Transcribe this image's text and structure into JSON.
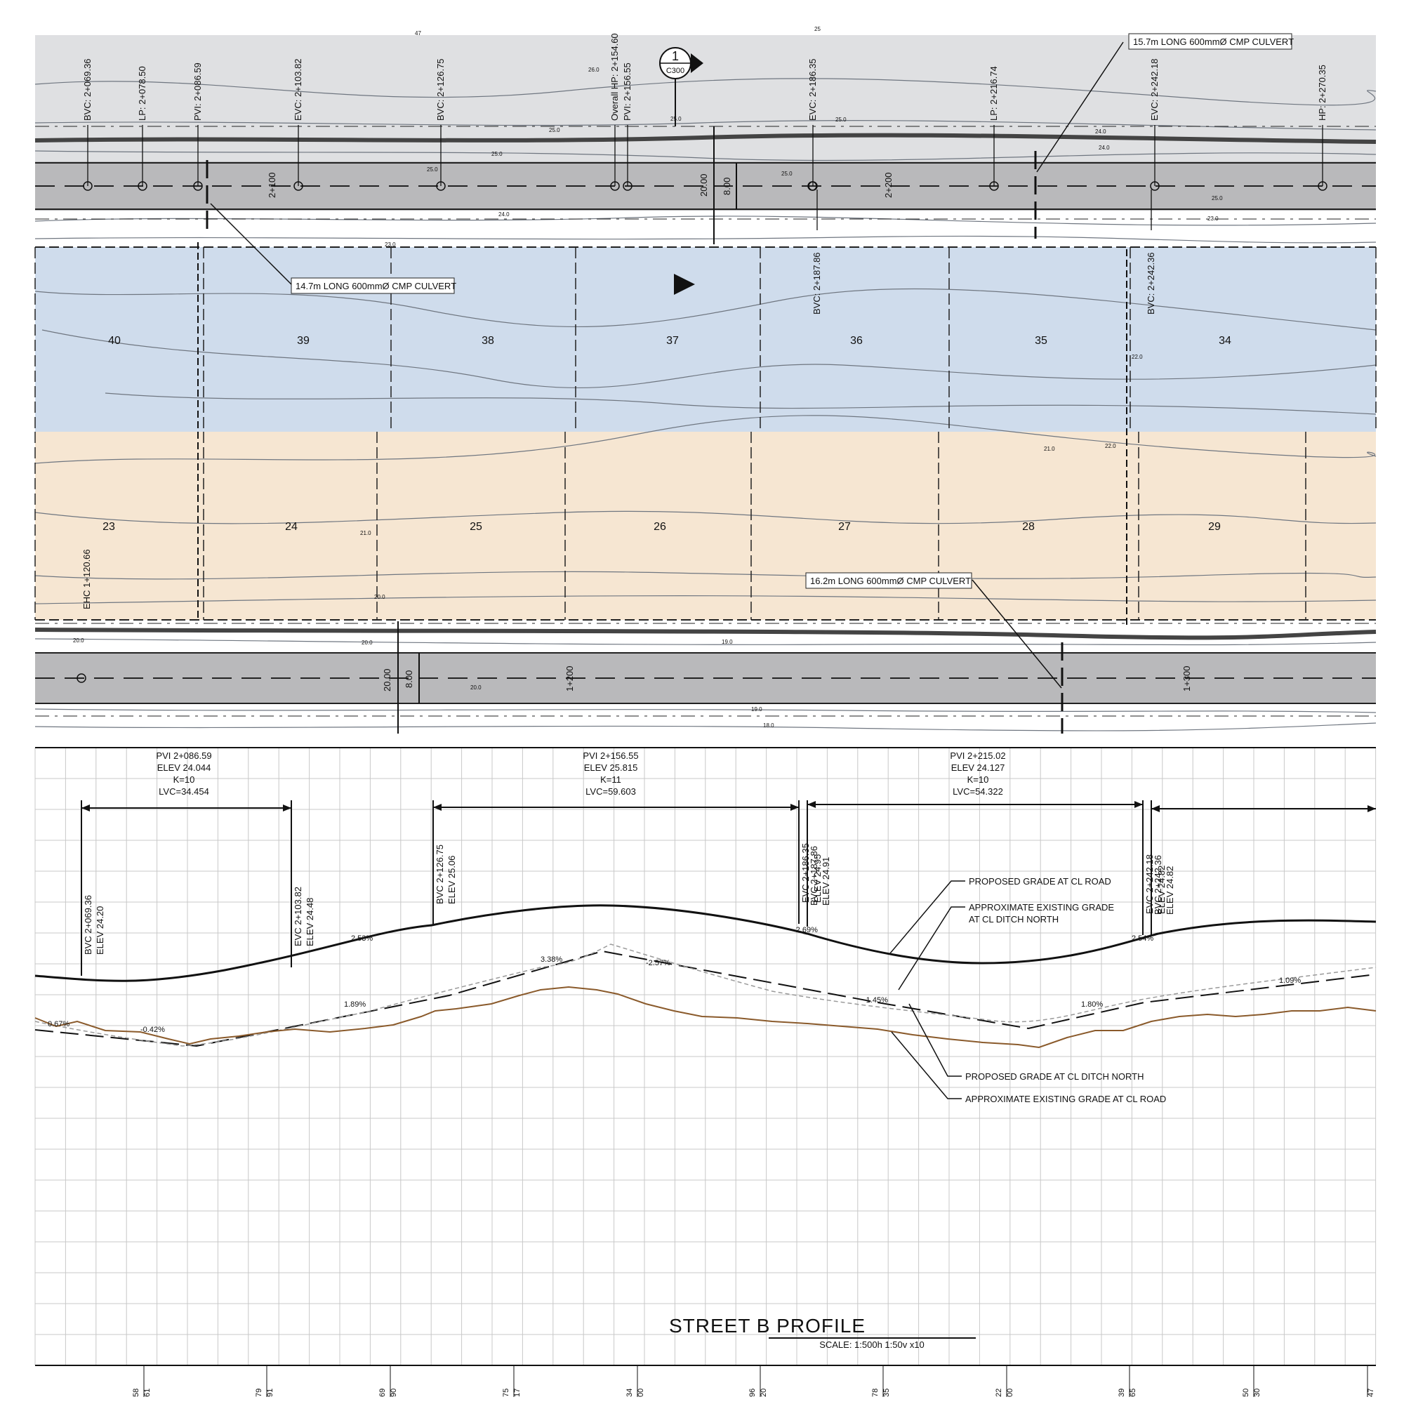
{
  "plan": {
    "section_marker": {
      "number": "1",
      "sheet": "C300"
    },
    "callouts": {
      "culvert_a": "15.7m LONG 600mmØ CMP CULVERT",
      "culvert_b": "14.7m LONG 600mmØ CMP CULVERT",
      "culvert_c": "16.2m LONG 600mmØ CMP CULVERT"
    },
    "top_road_labels": [
      "BVC: 2+069.36",
      "LP: 2+078.50",
      "PVI: 2+086.59",
      "EVC: 2+103.82",
      "BVC: 2+126.75",
      "Overall HP: 2+154.60",
      "PVI: 2+156.55",
      "EVC: 2+186.35",
      "LP: 2+216.74",
      "EVC: 2+242.18",
      "HP: 2+270.35"
    ],
    "mid_labels": [
      "BVC: 2+187.86",
      "BVC: 2+242.36"
    ],
    "bottom_label": "EHC 1+120.66",
    "stations_top": [
      "2+100",
      "2+200"
    ],
    "stations_bottom": [
      "1+200",
      "1+300"
    ],
    "dims": {
      "row_width": "20.00",
      "road_width": "8.00"
    },
    "lots_blue": [
      "40",
      "39",
      "38",
      "37",
      "36",
      "35",
      "34"
    ],
    "lots_tan": [
      "23",
      "24",
      "25",
      "26",
      "27",
      "28",
      "29"
    ],
    "contours": [
      "26.0",
      "25.0",
      "25.0",
      "25.0",
      "24.0",
      "24.0",
      "24.0",
      "23.0",
      "23.0",
      "22.0",
      "22.0",
      "21.0",
      "21.0",
      "20.0",
      "20.0",
      "20.0",
      "20.0",
      "19.0",
      "19.0",
      "18.0",
      "25.0",
      "25.0",
      "25.0",
      "25.0",
      "47",
      "25"
    ],
    "colors": {
      "lot_blue": "#cfdcec",
      "lot_tan": "#f6e6d2",
      "road": "#b9b9bb",
      "offsite": "#dfe0e2"
    }
  },
  "profile": {
    "title": "STREET B PROFILE",
    "scale": "SCALE: 1:500h 1:50v x10",
    "pvi_blocks": [
      {
        "lines": [
          "PVI 2+086.59",
          "ELEV 24.044",
          "K=10",
          "LVC=34.454"
        ]
      },
      {
        "lines": [
          "PVI 2+156.55",
          "ELEV 25.815",
          "K=11",
          "LVC=59.603"
        ]
      },
      {
        "lines": [
          "PVI 2+215.02",
          "ELEV 24.127",
          "K=10",
          "LVC=54.322"
        ]
      }
    ],
    "vc_labels": [
      {
        "l1": "BVC 2+069.36",
        "l2": "ELEV 24.20"
      },
      {
        "l1": "EVC 2+103.82",
        "l2": "ELEV 24.48"
      },
      {
        "l1": "BVC 2+126.75",
        "l2": "ELEV 25.06"
      },
      {
        "l1": "EVC 2+186.35",
        "l2": "ELEV 24.95"
      },
      {
        "l1": "BVC 2+187.86",
        "l2": "ELEV 24.91"
      },
      {
        "l1": "EVC 2+242.18",
        "l2": "ELEV 24.82"
      },
      {
        "l1": "BVC 2+242.36",
        "l2": "ELEV 24.82"
      }
    ],
    "grades": [
      "2.53%",
      "-2.69%",
      "2.54%",
      "3.38%",
      "-2.57%",
      "1.89%",
      "-1.45%",
      "1.80%",
      "1.09%",
      "0.67%",
      "-0.42%"
    ],
    "legend": {
      "proposed_road": "PROPOSED GRADE AT CL ROAD",
      "existing_ditch_l1": "APPROXIMATE EXISTING GRADE",
      "existing_ditch_l2": "AT CL DITCH NORTH",
      "proposed_ditch": "PROPOSED GRADE AT CL DITCH NORTH",
      "existing_road": "APPROXIMATE EXISTING GRADE AT CL ROAD"
    },
    "bottom_ticks": [
      "58",
      "61",
      "79",
      "91",
      "69",
      "90",
      "75",
      "17",
      "34",
      "00",
      "96",
      "20",
      "78",
      "35",
      "22",
      "00",
      "39",
      "65",
      "50",
      "30",
      "47"
    ],
    "colors": {
      "existing_road": "#8a5a2b",
      "existing_ditch": "#9a9a9a",
      "grid": "#c8c8c8"
    }
  }
}
